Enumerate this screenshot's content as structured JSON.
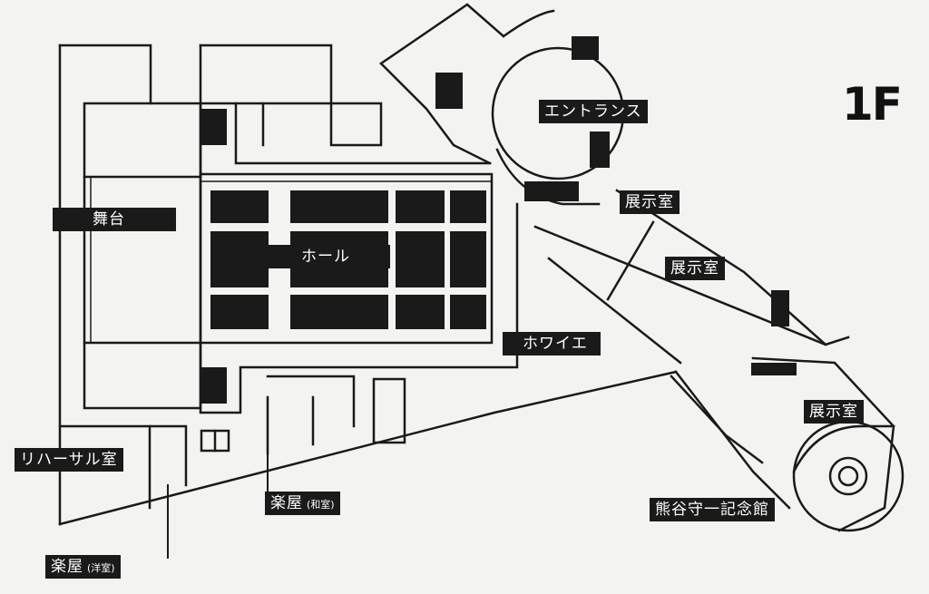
{
  "floor": "1F",
  "colors": {
    "ink": "#1a1a1a",
    "paper": "#f3f3f1",
    "label_text": "#ffffff"
  },
  "rooms": {
    "entrance": "エントランス",
    "exhibit_1": "展示室",
    "exhibit_2": "展示室",
    "exhibit_3": "展示室",
    "stage": "舞台",
    "hall": "ホール",
    "foyer": "ホワイエ",
    "rehearsal": "リハーサル室",
    "dressing_jp": "楽屋",
    "dressing_jp_note": "(和室)",
    "dressing_west": "楽屋",
    "dressing_west_note": "(洋室)",
    "memorial": "熊谷守一記念館"
  }
}
